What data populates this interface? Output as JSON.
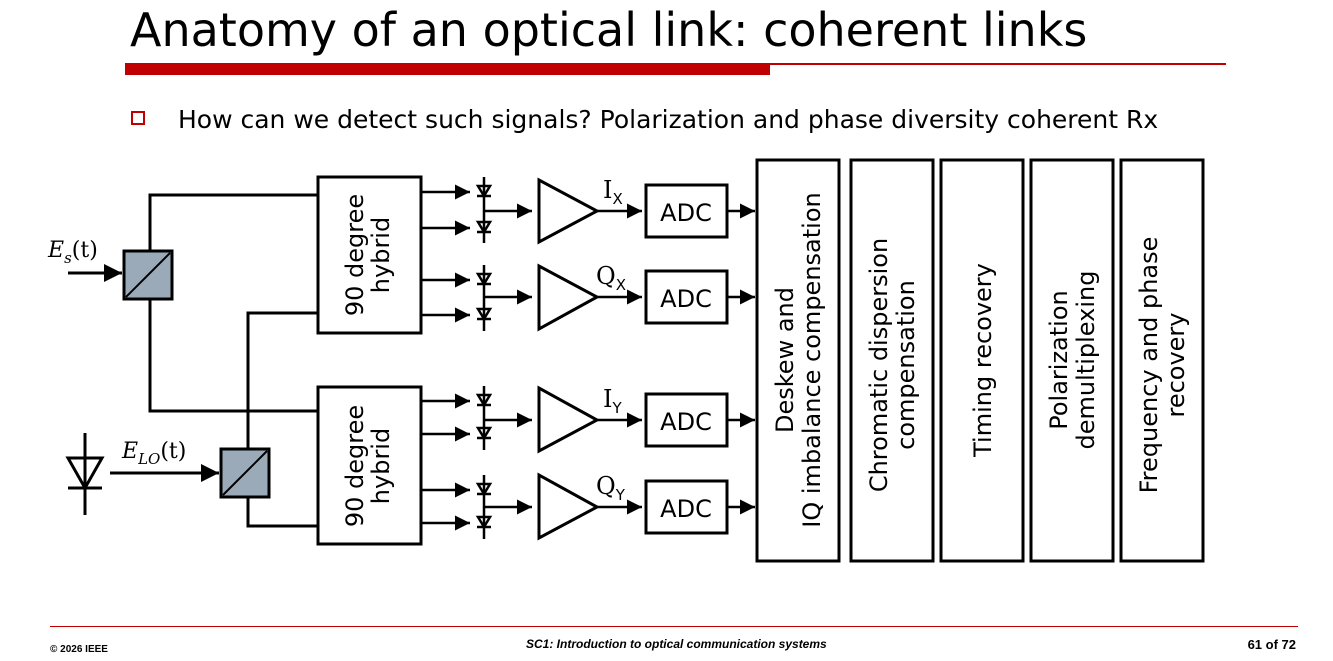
{
  "slide": {
    "title": "Anatomy of an optical link: coherent links",
    "bullet": "How can we detect such signals? Polarization and phase diversity coherent Rx"
  },
  "diagram": {
    "signal_label": "E",
    "signal_sub": "s",
    "signal_arg": "(t)",
    "lo_label": "E",
    "lo_sub": "LO",
    "lo_arg": "(t)",
    "hybrid_top_line1": "90 degree",
    "hybrid_top_line2": "hybrid",
    "hybrid_bottom_line1": "90 degree",
    "hybrid_bottom_line2": "hybrid",
    "channels": [
      {
        "main": "I",
        "sub": "X",
        "adc": "ADC"
      },
      {
        "main": "Q",
        "sub": "X",
        "adc": "ADC"
      },
      {
        "main": "I",
        "sub": "Y",
        "adc": "ADC"
      },
      {
        "main": "Q",
        "sub": "Y",
        "adc": "ADC"
      }
    ],
    "dsp_blocks": [
      {
        "line1": "Deskew and",
        "line2": "IQ imbalance compensation"
      },
      {
        "line1": "Chromatic dispersion",
        "line2": "compensation"
      },
      {
        "line1": "Timing recovery",
        "line2": ""
      },
      {
        "line1": "Polarization",
        "line2": "demultiplexing"
      },
      {
        "line1": "Frequency and phase",
        "line2": "recovery"
      }
    ],
    "colors": {
      "splitter_fill": "#9aaab8",
      "accent": "#c00000"
    }
  },
  "footer": {
    "copyright": "© 2026 IEEE",
    "course": "SC1: Introduction to optical communication systems",
    "page": "61 of 72"
  }
}
